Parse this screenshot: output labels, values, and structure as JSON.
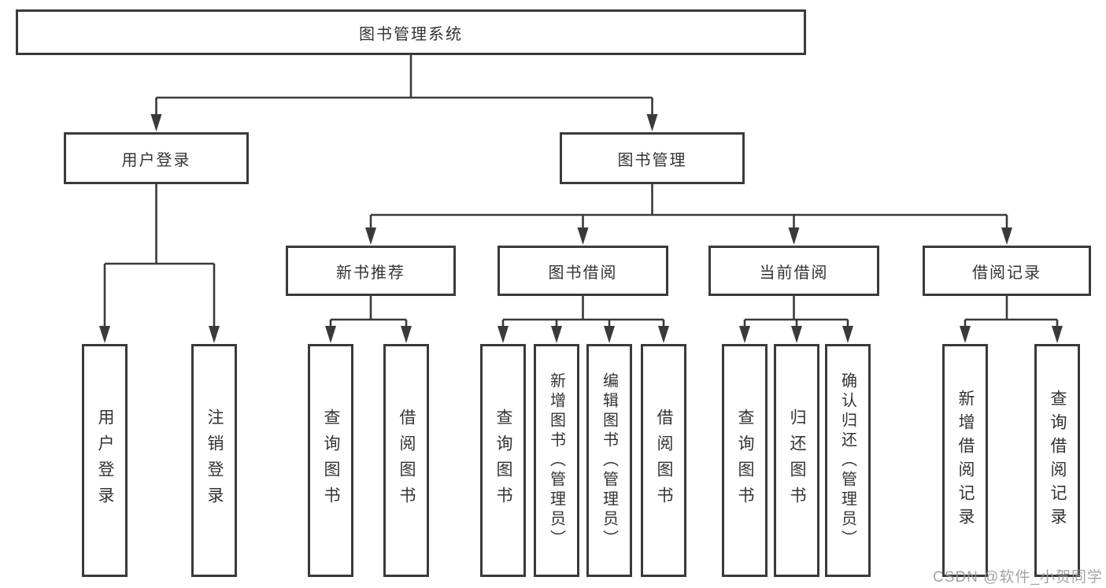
{
  "tree": {
    "label": "图书管理系统",
    "children": [
      {
        "label": "用户登录",
        "children": [
          {
            "label": "用户登录"
          },
          {
            "label": "注销登录"
          }
        ]
      },
      {
        "label": "图书管理",
        "children": [
          {
            "label": "新书推荐",
            "children": [
              {
                "label": "查询图书"
              },
              {
                "label": "借阅图书"
              }
            ]
          },
          {
            "label": "图书借阅",
            "children": [
              {
                "label": "查询图书"
              },
              {
                "label": "新增图书（管理员）"
              },
              {
                "label": "编辑图书（管理员）"
              },
              {
                "label": "借阅图书"
              }
            ]
          },
          {
            "label": "当前借阅",
            "children": [
              {
                "label": "查询图书"
              },
              {
                "label": "归还图书"
              },
              {
                "label": "确认归还（管理员）"
              }
            ]
          },
          {
            "label": "借阅记录",
            "children": [
              {
                "label": "新增借阅记录"
              },
              {
                "label": "查询借阅记录"
              }
            ]
          }
        ]
      }
    ]
  },
  "watermark": {
    "text": "CSDN @软件_小贺同学"
  },
  "colors": {
    "line": "#3a3a3a",
    "text": "#333333",
    "watermark": "#9a9a9a",
    "background": "#ffffff"
  }
}
